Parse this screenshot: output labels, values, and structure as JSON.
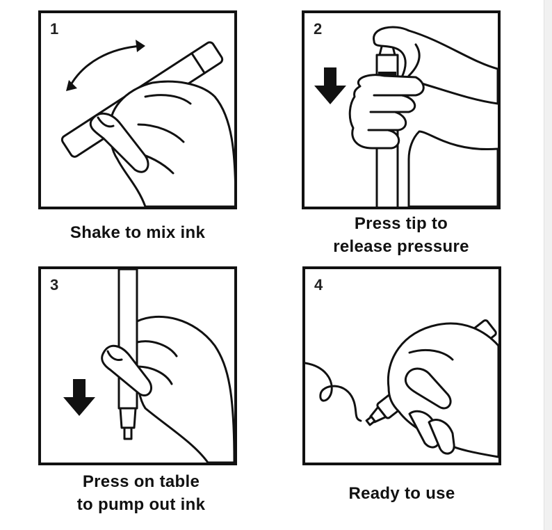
{
  "steps": [
    {
      "number": "1",
      "caption_lines": [
        "Shake to mix ink"
      ]
    },
    {
      "number": "2",
      "caption_lines": [
        "Press tip to",
        "release pressure"
      ]
    },
    {
      "number": "3",
      "caption_lines": [
        "Press on table",
        "to pump out ink"
      ]
    },
    {
      "number": "4",
      "caption_lines": [
        "Ready to use"
      ]
    }
  ],
  "icons": {
    "step1": [
      "hand-shaking-marker-icon",
      "rotate-arrow-icon"
    ],
    "step2": [
      "hand-pressing-tip-icon",
      "down-arrow-icon"
    ],
    "step3": [
      "hand-pumping-marker-icon",
      "down-arrow-icon"
    ],
    "step4": [
      "hand-writing-icon"
    ]
  }
}
